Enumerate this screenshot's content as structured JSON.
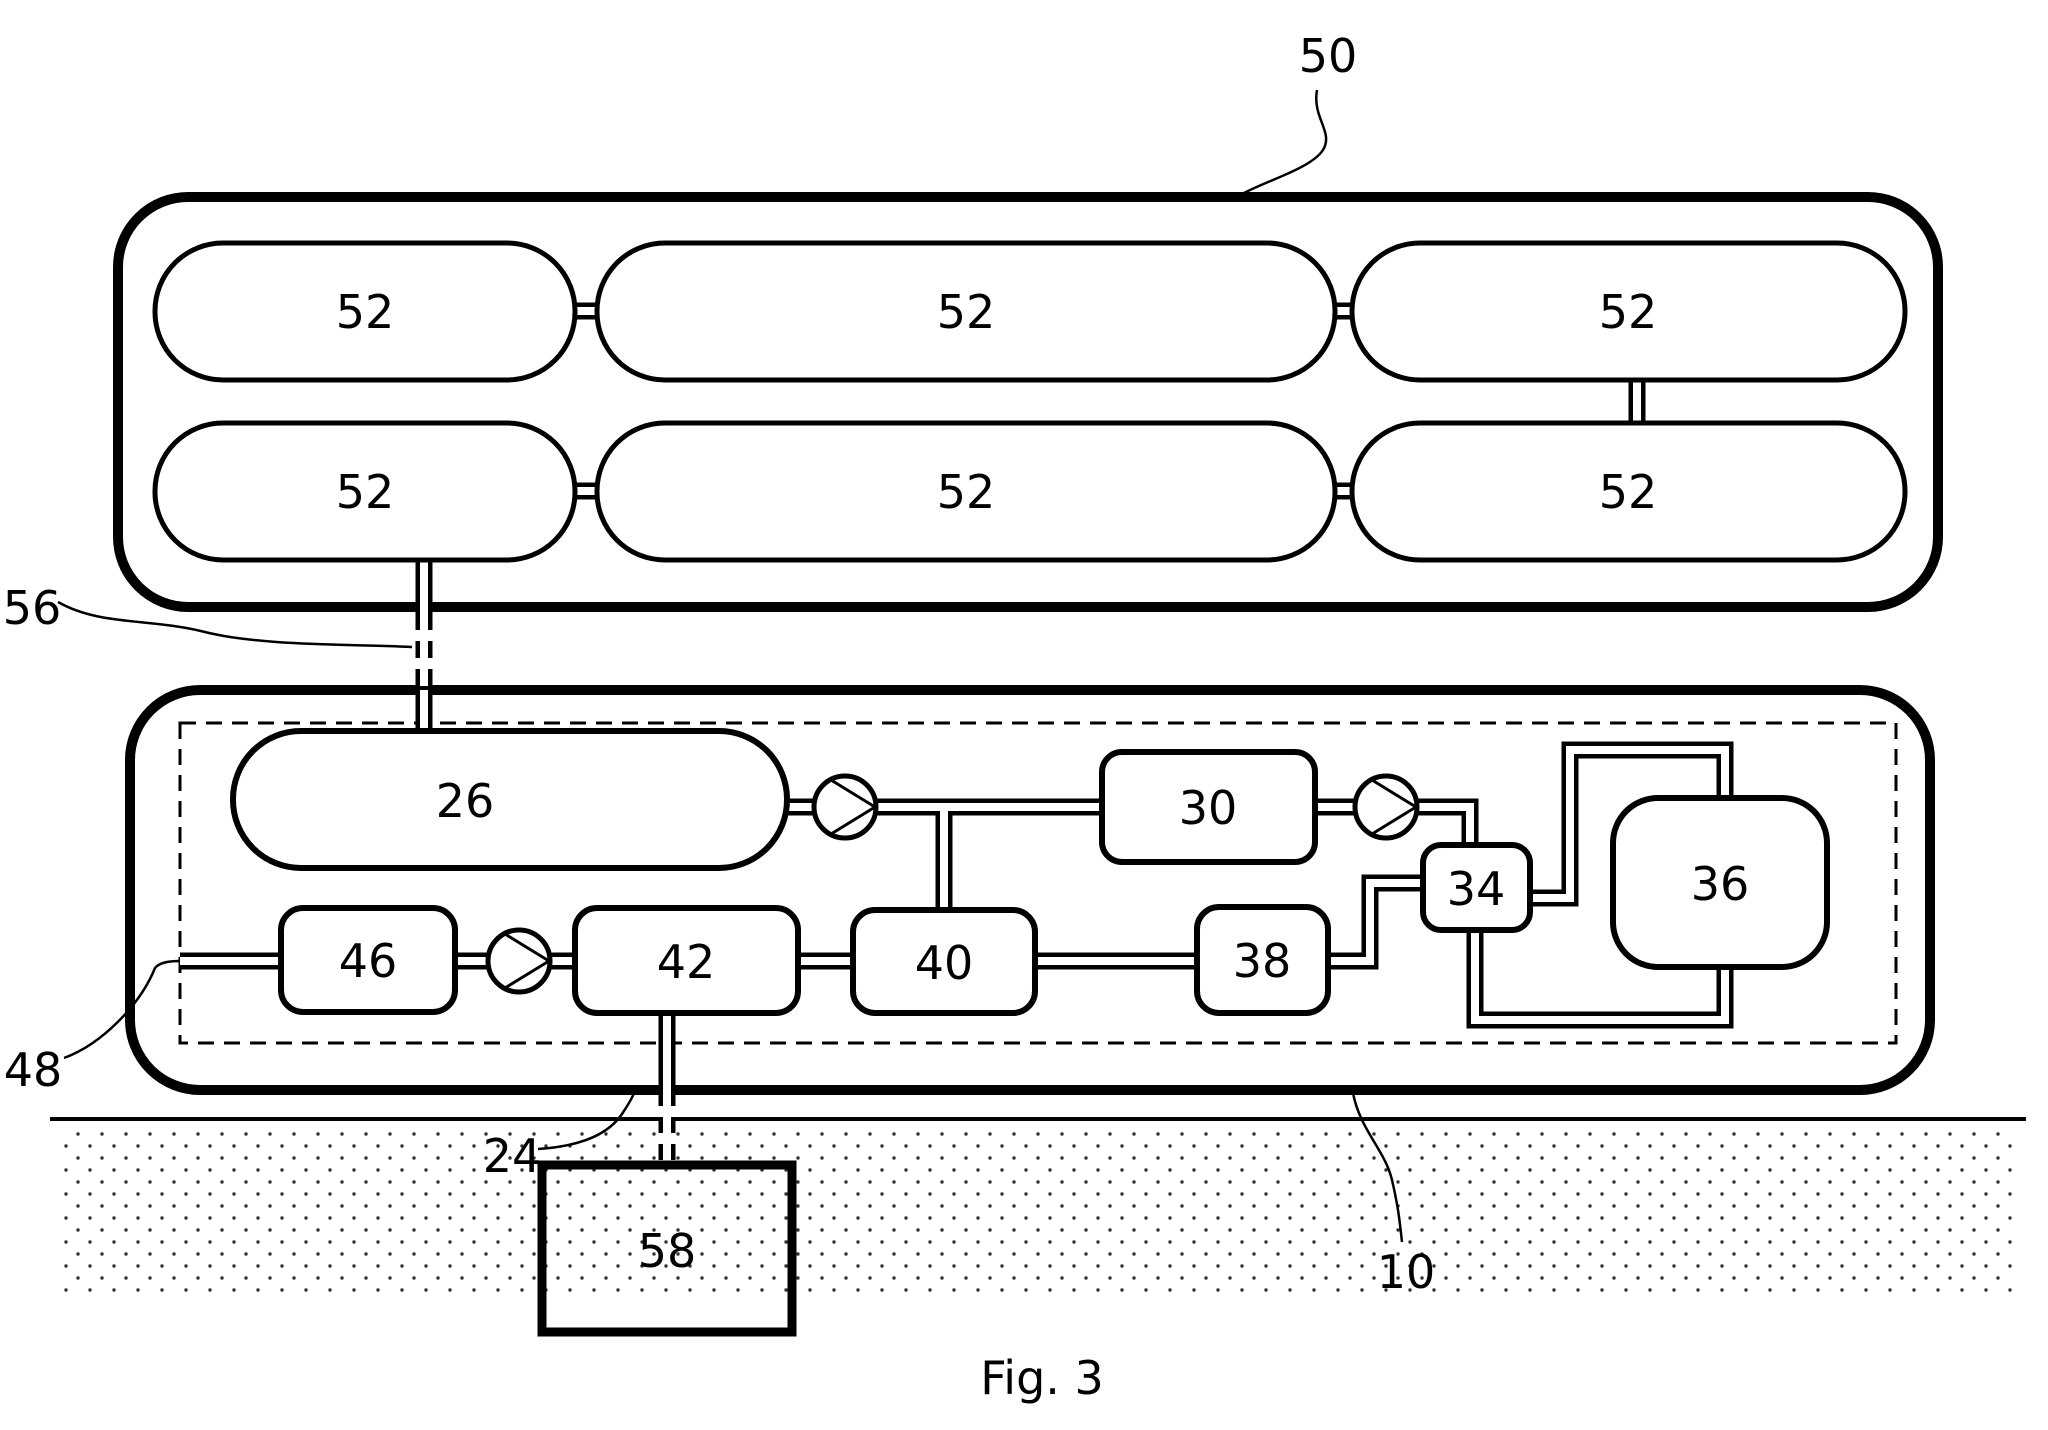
{
  "caption": "Fig. 3",
  "colors": {
    "line": "#000000",
    "background": "#ffffff",
    "stipple_dot": "#333333"
  },
  "top_assembly": {
    "ref": "50",
    "cells": [
      {
        "ref": "52"
      },
      {
        "ref": "52"
      },
      {
        "ref": "52"
      },
      {
        "ref": "52"
      },
      {
        "ref": "52"
      },
      {
        "ref": "52"
      }
    ]
  },
  "connections": {
    "transfer_line_ref": "56",
    "well_line_ref": "24"
  },
  "plant": {
    "boundary_ref": "48",
    "site_ref": "10",
    "components": {
      "tank": "26",
      "c30": "30",
      "c34": "34",
      "c36": "36",
      "c38": "38",
      "c40": "40",
      "c42": "42",
      "c46": "46"
    }
  },
  "underground": {
    "store_ref": "58"
  }
}
